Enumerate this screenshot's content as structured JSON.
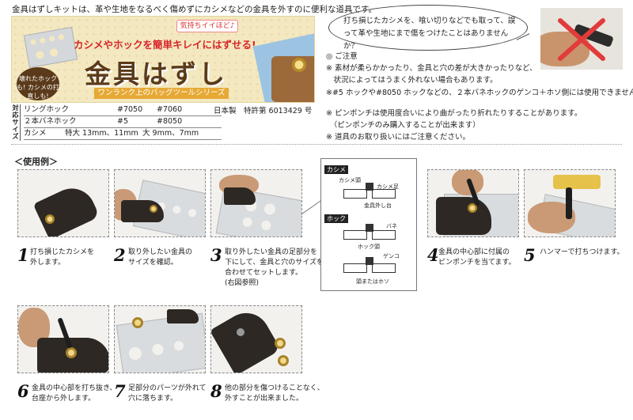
{
  "intro": "金具はずしキットは、革や生地をなるべく傷めずにカシメなどの金具を外すのに便利な道具です。",
  "banner": {
    "tag": "気持ちイイほど♪",
    "subtitle": "カシメやホックを簡単キレイにはずせる!",
    "title": "金具はずし",
    "ribbon": "ワンランク上のバッグツールシリーズ",
    "circle": "壊れたホックも! カシメの打直しも!"
  },
  "specs": {
    "side_label": "対応サイズ",
    "rows": [
      {
        "name": "リングホック",
        "c1": "#7050",
        "c2": "#7060"
      },
      {
        "name": "２本バネホック",
        "c1": "#5",
        "c2": "#8050"
      },
      {
        "name": "カシメ",
        "c1": "特大 13mm、11mm",
        "c2": "大 9mm、7mm"
      }
    ],
    "made": "日本製　特許第 6013429 号"
  },
  "bubble": "打ち損じたカシメを、喰い切りなどでも取って、誤って革や生地にまで傷をつけたことはありませんか？",
  "notes": {
    "header": "◎ ご注意",
    "items": [
      "※ 素材が柔らかかったり、金具と穴の差が大きかったりなど、",
      "　状況によってはうまく外れない場合もあります。",
      "※#5 ホックや#8050 ホックなどの、２本バネホックのゲンコ＋ホソ側には使用できません。",
      "※ ピンポンチは使用度合いにより曲がったり折れたりすることがあります。",
      "　（ピンポンチのみ購入することが出来ます）",
      "※ 道具のお取り扱いにはご注意ください。"
    ]
  },
  "usage_title": "＜使用例＞",
  "diagram": {
    "kashime_tag": "カシメ",
    "kashime_head": "カシメ頭",
    "kashime_leg": "カシメ足",
    "base": "金具外し台",
    "hock_tag": "ホック",
    "spring": "バネ",
    "hock_head": "ホック頭",
    "genko": "ゲンコ",
    "head_or_hoso": "頭またはホソ"
  },
  "steps": [
    {
      "num": "1",
      "line1": "打ち損じたカシメを",
      "line2": "外します。",
      "line3": ""
    },
    {
      "num": "2",
      "line1": "取り外したい金具の",
      "line2": "サイズを確認。",
      "line3": ""
    },
    {
      "num": "3",
      "line1": "取り外したい金具の足部分を",
      "line2": "下にして、金具と穴のサイズを",
      "line3": "合わせてセットします。",
      "line4": "(右図参照)"
    },
    {
      "num": "4",
      "line1": "金具の中心部に付属の",
      "line2": "ピンポンチを当てます。",
      "line3": ""
    },
    {
      "num": "5",
      "line1": "ハンマーで打ちつけます。",
      "line2": "",
      "line3": ""
    },
    {
      "num": "6",
      "line1": "金具の中心部を打ち抜き、",
      "line2": "台座から外します。",
      "line3": ""
    },
    {
      "num": "7",
      "line1": "足部分のパーツが外れて",
      "line2": "穴に落ちます。",
      "line3": ""
    },
    {
      "num": "8",
      "line1": "他の部分を傷つけることなく、",
      "line2": "外すことが出来ました。",
      "line3": ""
    }
  ]
}
